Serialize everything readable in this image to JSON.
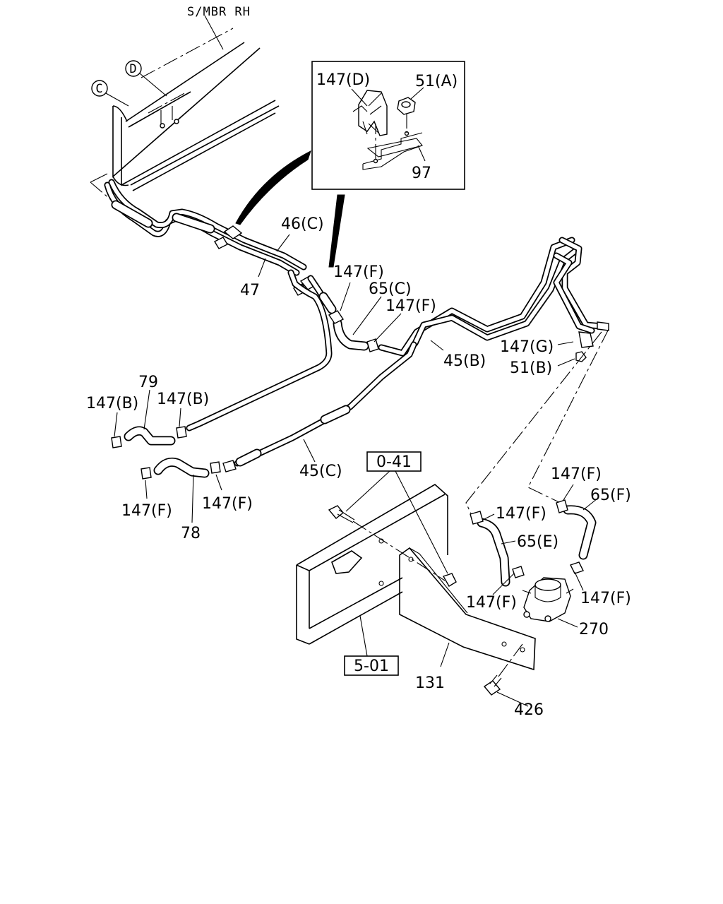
{
  "labels": {
    "smbr_rh": "S/MBR RH",
    "c_circle": "C",
    "d_circle": "D",
    "p147d": "147(D)",
    "p51a": "51(A)",
    "p97": "97",
    "p46c": "46(C)",
    "p47": "47",
    "p147f_1": "147(F)",
    "p65c": "65(C)",
    "p147f_2": "147(F)",
    "p45b": "45(B)",
    "p147g": "147(G)",
    "p51b": "51(B)",
    "p79": "79",
    "p147b_1": "147(B)",
    "p147b_2": "147(B)",
    "p147f_3": "147(F)",
    "p147f_4": "147(F)",
    "p78": "78",
    "p45c": "45(C)",
    "ref041": "0-41",
    "p147f_5": "147(F)",
    "p65f": "65(F)",
    "p147f_6": "147(F)",
    "p65e": "65(E)",
    "p147f_7": "147(F)",
    "p147f_8": "147(F)",
    "p270": "270",
    "ref501": "5-01",
    "p131": "131",
    "p426": "426"
  }
}
